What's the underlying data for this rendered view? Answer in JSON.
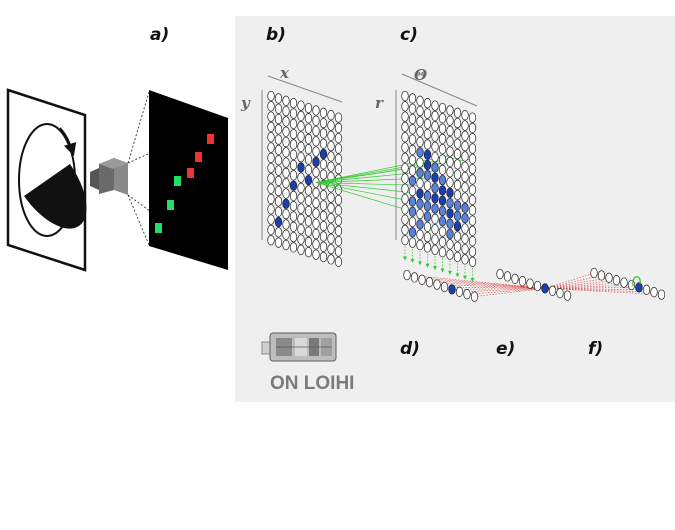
{
  "panels": {
    "a": "a)",
    "b": "b)",
    "c": "c)",
    "d": "d)",
    "e": "e)",
    "f": "f)"
  },
  "axes": {
    "b_x": "x",
    "b_y": "y",
    "c_theta": "Θ",
    "c_r": "r"
  },
  "chip": {
    "caption": "ON LOIHI",
    "icon": "neuromorphic-usb-chip-icon"
  },
  "colors": {
    "background_panel": "#efefef",
    "active_neuron": "#1a3fb0",
    "partial_neuron": "#5b82db",
    "excitatory_connection": "#33cc33",
    "inhibitory_connection": "#e04040",
    "event_on": "#22dd66",
    "event_off": "#ee3333"
  },
  "icons": {
    "rotating_disk": "rotating-disk-icon",
    "camera": "event-camera-icon",
    "event_frame": "event-frame-icon",
    "rotation_arrow": "rotation-arrow-icon"
  }
}
